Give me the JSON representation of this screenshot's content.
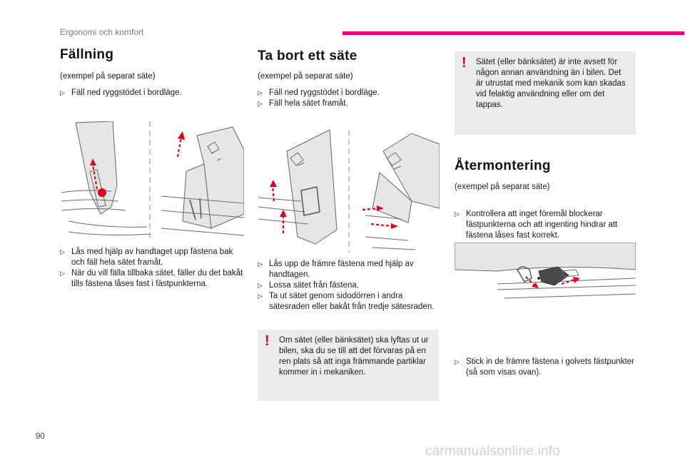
{
  "header": {
    "section": "Ergonomi och komfort"
  },
  "page_number": "90",
  "watermark": "carmanualsonline.info",
  "col1": {
    "title": "Fällning",
    "subtitle": "(exempel på separat säte)",
    "steps_top": [
      "Fäll ned ryggstödet i bordläge."
    ],
    "steps_bottom": [
      "Lås med hjälp av handtaget upp fästena bak och fäll hela sätet framåt.",
      "När du vill fälla tillbaka sätet, fäller du det bakåt tills fästena låses fast i fästpunkterna."
    ]
  },
  "col2": {
    "title": "Ta bort ett säte",
    "subtitle": "(exempel på separat säte)",
    "steps_top": [
      "Fäll ned ryggstödet i bordläge.",
      "Fäll hela sätet framåt."
    ],
    "steps_bottom": [
      "Lås upp de främre fästena med hjälp av handtagen.",
      "Lossa sätet från fästena.",
      "Ta ut sätet genom sidodörren i andra sätesraden eller bakåt från tredje sätesraden."
    ],
    "warning": "Om sätet (eller bänksätet) ska lyftas ut ur bilen, ska du se till att det förvaras på en ren plats så att inga främmande partiklar kommer in i mekaniken."
  },
  "col3": {
    "warning": "Sätet (eller bänksätet) är inte avsett för någon annan användning än i bilen. Det är utrustat med mekanik som kan skadas vid felaktig användning eller om det tappas.",
    "title": "Återmontering",
    "subtitle": "(exempel på separat säte)",
    "steps_top": [
      "Kontrollera att inget föremål blockerar fästpunkterna och att ingenting hindrar att fästena låses fast korrekt."
    ],
    "steps_bottom": [
      "Stick in de främre fästena i golvets fästpunkter (så som visas ovan)."
    ]
  },
  "icons": {
    "bullet": "arrow-bullet-icon",
    "warning": "exclamation-icon"
  },
  "colors": {
    "accent": "#e6007e",
    "warning_mark": "#e2001a",
    "warning_bg": "#ececec"
  }
}
